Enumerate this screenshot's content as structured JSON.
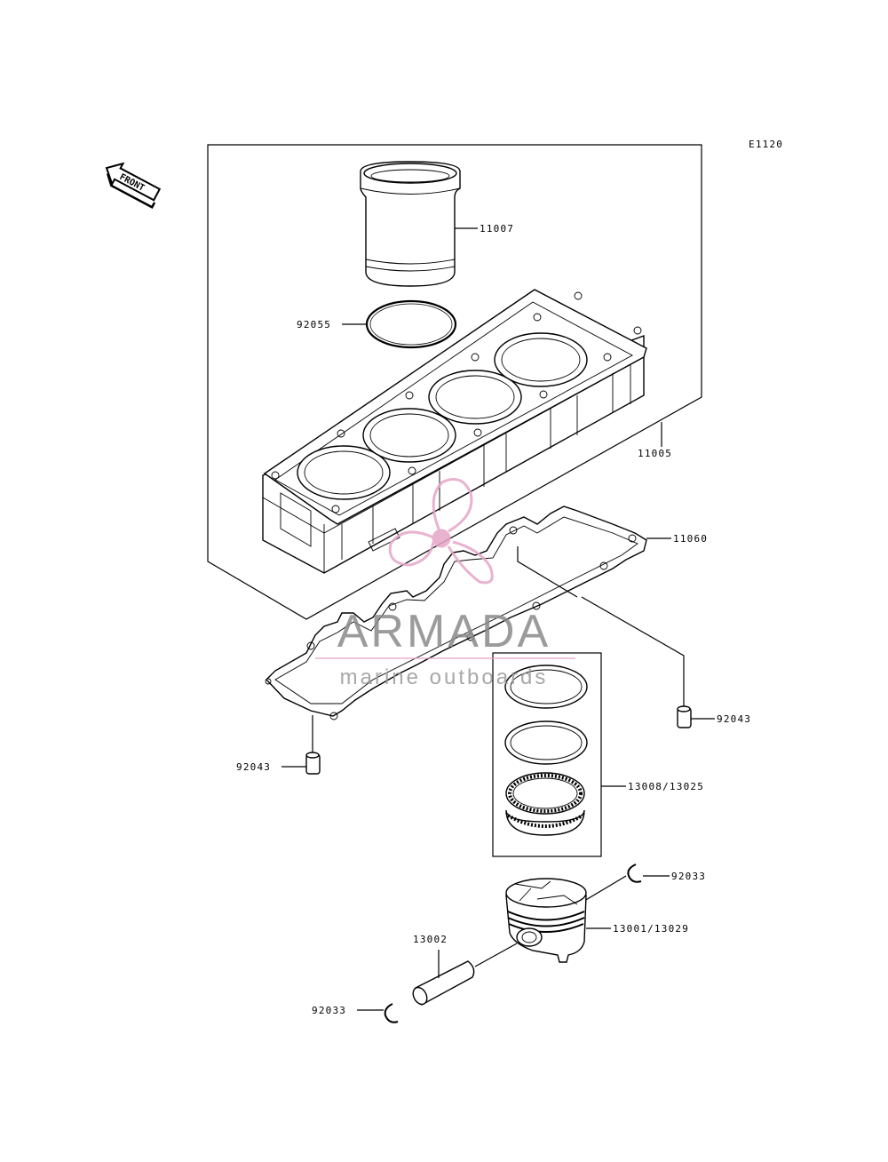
{
  "diagram": {
    "code": "E1120",
    "front_label": "FRONT",
    "watermark": {
      "brand": "ARMADA",
      "tagline": "marine outboards",
      "color": "#e6a6c8"
    },
    "parts": [
      {
        "id": "11007",
        "label": "11007"
      },
      {
        "id": "92055",
        "label": "92055"
      },
      {
        "id": "11005",
        "label": "11005"
      },
      {
        "id": "11060",
        "label": "11060"
      },
      {
        "id": "92043-right",
        "label": "92043"
      },
      {
        "id": "92043-left",
        "label": "92043"
      },
      {
        "id": "13008-13025",
        "label": "13008/13025"
      },
      {
        "id": "92033-right",
        "label": "92033"
      },
      {
        "id": "13001-13029",
        "label": "13001/13029"
      },
      {
        "id": "13002",
        "label": "13002"
      },
      {
        "id": "92033-left",
        "label": "92033"
      }
    ]
  }
}
